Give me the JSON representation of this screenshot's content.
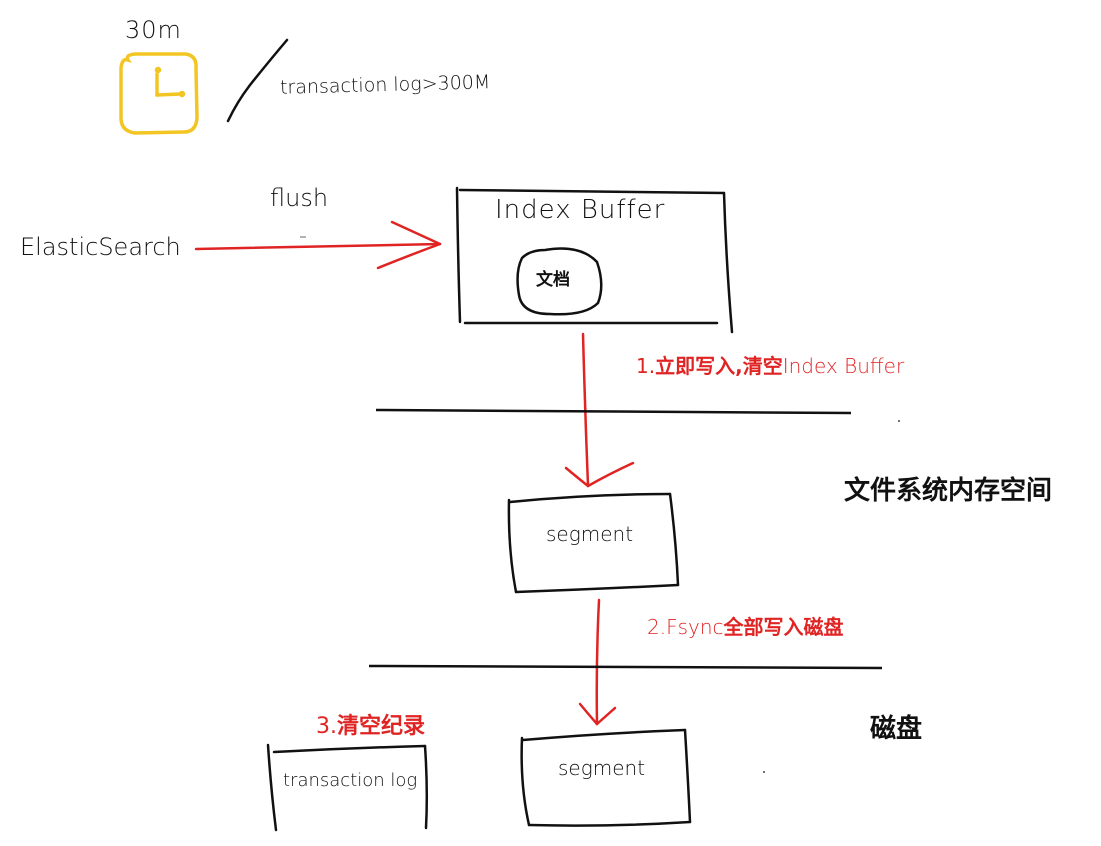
{
  "timer": {
    "label": "30m",
    "icon": "clock-icon",
    "color": "#f2c523"
  },
  "condition": {
    "text": "transaction log>300M"
  },
  "flush": {
    "label": "flush"
  },
  "source": {
    "label": "ElasticSearch"
  },
  "index_buffer": {
    "title": "Index Buffer",
    "doc_label": "文档"
  },
  "steps": {
    "step1_prefix": "1.",
    "step1_bold": "立即写入,清空",
    "step1_suffix": "Index Buffer",
    "step2_prefix": "2.Fsync",
    "step2_bold": "全部写入磁盘",
    "step3_prefix": "3.",
    "step3_bold": "清空纪录"
  },
  "layers": {
    "fs_memory": "文件系统内存空间",
    "disk": "磁盘"
  },
  "segment_memory": {
    "label": "segment"
  },
  "segment_disk": {
    "label": "segment"
  },
  "transaction_log": {
    "label": "transaction log"
  },
  "colors": {
    "arrow": "#e02424",
    "ink": "#111111",
    "clock": "#f2c523"
  }
}
